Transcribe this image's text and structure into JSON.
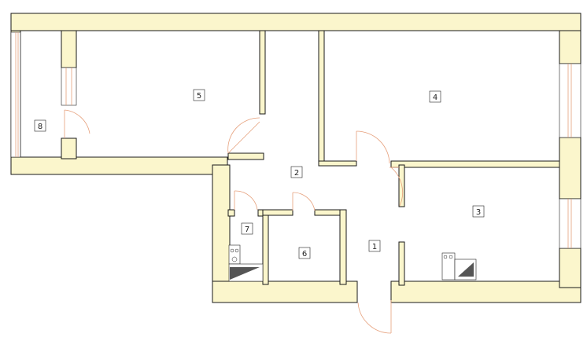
{
  "plan": {
    "rooms": [
      {
        "id": "room-1",
        "label": "1"
      },
      {
        "id": "room-2",
        "label": "2"
      },
      {
        "id": "room-3",
        "label": "3"
      },
      {
        "id": "room-4",
        "label": "4"
      },
      {
        "id": "room-5",
        "label": "5"
      },
      {
        "id": "room-6",
        "label": "6"
      },
      {
        "id": "room-7",
        "label": "7"
      },
      {
        "id": "room-8",
        "label": "8"
      }
    ],
    "colors": {
      "wall_fill": "#fbf6cc",
      "wall_stroke": "#1a1a1a",
      "door_arc": "#e6a07c"
    }
  }
}
